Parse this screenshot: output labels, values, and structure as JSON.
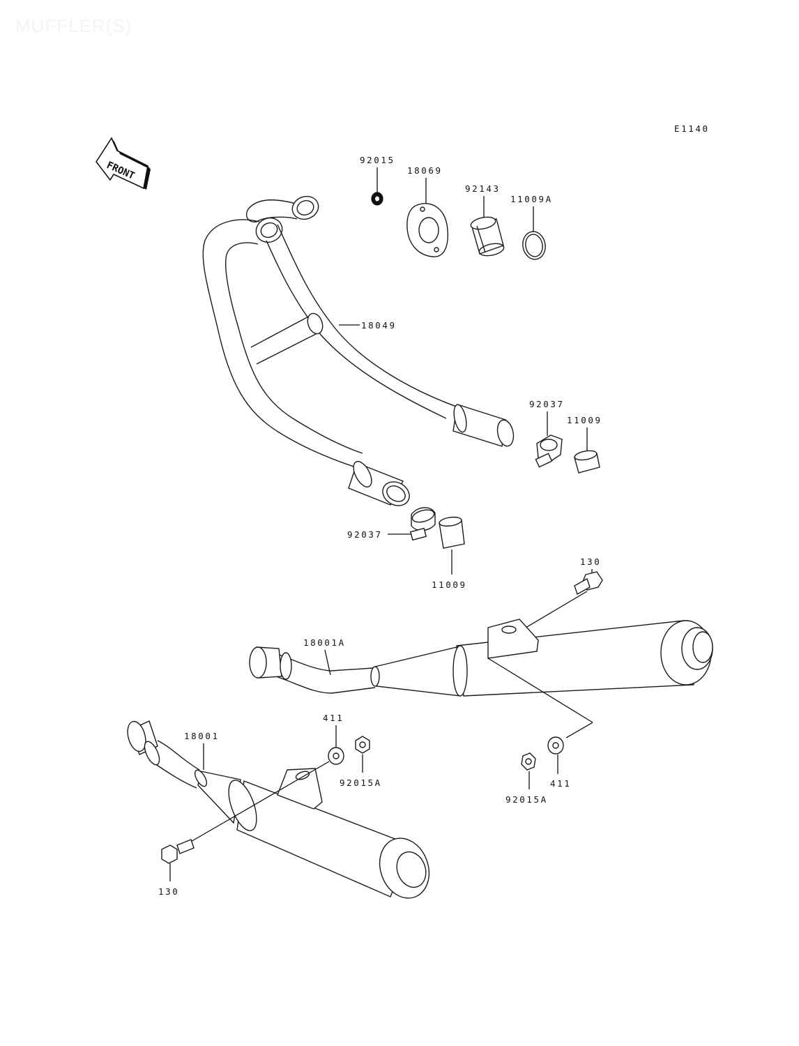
{
  "page_title": "MUFFLER(S)",
  "diagram_code": "E1140",
  "front_arrow": {
    "label": "FRONT",
    "icon": "front-direction-arrow-icon"
  },
  "parts": {
    "nut_top": "92015",
    "gasket_flange": "18069",
    "clamp_sleeve": "92143",
    "gasket_ring": "11009A",
    "header_pipe": "18049",
    "clamp_right": "92037",
    "gasket_right": "11009",
    "clamp_left": "92037",
    "gasket_left": "11009",
    "bolt_right": "130",
    "muffler_right": "18001A",
    "muffler_left": "18001",
    "washer_left": "411",
    "nut_left": "92015A",
    "washer_right": "411",
    "nut_right": "92015A",
    "bolt_left": "130"
  }
}
